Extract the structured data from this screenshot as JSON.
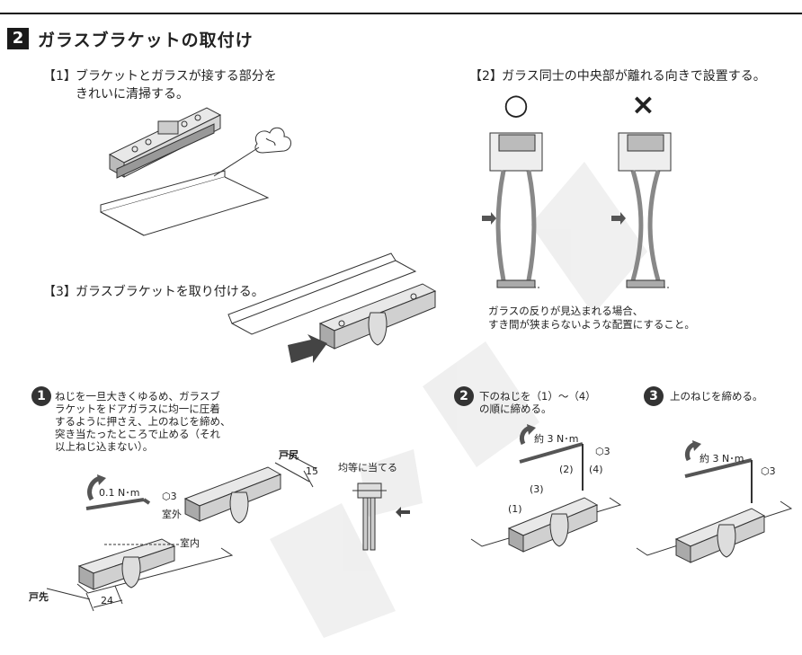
{
  "section": {
    "number": "2",
    "title": "ガラスブラケットの取付け"
  },
  "step1": {
    "label": "【1】",
    "line1": "ブラケットとガラスが接する部分を",
    "line2": "きれいに清掃する。"
  },
  "step2": {
    "label": "【2】",
    "text": "ガラス同士の中央部が離れる向きで設置する。",
    "ok_mark": "○",
    "ng_mark": "×",
    "note_line1": "ガラスの反りが見込まれる場合、",
    "note_line2": "すき間が狭まらないような配置にすること。"
  },
  "step3": {
    "label": "【3】",
    "text": "ガラスブラケットを取り付ける。"
  },
  "sub1": {
    "num": "1",
    "lines": [
      "ねじを一旦大きくゆるめ、ガラスブ",
      "ラケットをドアガラスに均一に圧着",
      "するように押さえ、上のねじを締め、",
      "突き当たったところで止める（それ",
      "以上ねじ込まない）。"
    ],
    "torque": "0.1 N･m",
    "hex": "⬡3",
    "outdoor": "室外",
    "indoor": "室内",
    "door_end": "戸尻",
    "door_tip": "戸先",
    "dim_15": "15",
    "dim_24": "24",
    "even_contact": "均等に当てる"
  },
  "sub2": {
    "num": "2",
    "line1": "下のねじを（1）～（4）",
    "line2": "の順に締める。",
    "torque": "約 3 N･m",
    "hex": "⬡3",
    "labels": [
      "(1)",
      "(3)",
      "(2)",
      "(4)"
    ]
  },
  "sub3": {
    "num": "3",
    "text": "上のねじを締める。",
    "torque": "約 3 N･m",
    "hex": "⬡3"
  }
}
